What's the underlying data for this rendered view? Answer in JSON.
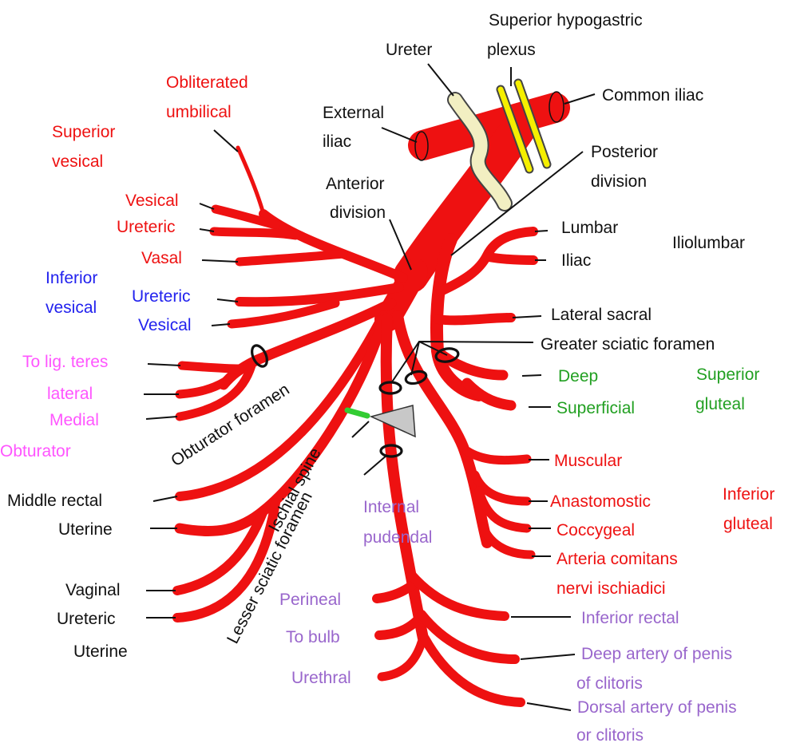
{
  "colors": {
    "artery": "#ee1111",
    "black_label": "#111111",
    "red_label": "#ee1111",
    "blue_label": "#2222ee",
    "pink_label": "#ff55ff",
    "green_label": "#22a022",
    "purple_label": "#9966cc",
    "ureter": "#f2efc2",
    "plexus": "#f5ef00",
    "ischial_spine": "#c8c8c8",
    "spine_tip": "#33cc33"
  },
  "labels": {
    "superior_hypogastric_line1": "Superior hypogastric",
    "superior_hypogastric_line2": "plexus",
    "ureter": "Ureter",
    "common_iliac": "Common iliac",
    "external_iliac_line1": "External",
    "external_iliac_line2": "iliac",
    "posterior_division_line1": "Posterior",
    "posterior_division_line2": "division",
    "anterior_division_line1": "Anterior",
    "anterior_division_line2": "division",
    "obliterated_umbilical_line1": "Obliterated",
    "obliterated_umbilical_line2": "umbilical",
    "superior_vesical_line1": "Superior",
    "superior_vesical_line2": "vesical",
    "vesical_red": "Vesical",
    "ureteric_red": "Ureteric",
    "vasal": "Vasal",
    "inferior_vesical_line1": "Inferior",
    "inferior_vesical_line2": "vesical",
    "ureteric_blue": "Ureteric",
    "vesical_blue": "Vesical",
    "to_lig_teres": "To lig. teres",
    "lateral": "lateral",
    "medial": "Medial",
    "obturator": "Obturator",
    "obturator_foramen": "Obturator foramen",
    "ischial_spine": "Ischial spine",
    "lesser_sciatic_foramen": "Lesser sciatic foramen",
    "middle_rectal": "Middle rectal",
    "uterine_1": "Uterine",
    "vaginal": "Vaginal",
    "ureteric_black": "Ureteric",
    "uterine_2": "Uterine",
    "lumbar": "Lumbar",
    "iliac": "Iliac",
    "iliolumbar": "Iliolumbar",
    "lateral_sacral": "Lateral sacral",
    "greater_sciatic_foramen": "Greater sciatic foramen",
    "deep": "Deep",
    "superficial": "Superficial",
    "superior_gluteal_line1": "Superior",
    "superior_gluteal_line2": "gluteal",
    "muscular": "Muscular",
    "anastomostic": "Anastomostic",
    "coccygeal": "Coccygeal",
    "inferior_gluteal_line1": "Inferior",
    "inferior_gluteal_line2": "gluteal",
    "arteria_comitans_line1": "Arteria comitans",
    "arteria_comitans_line2": "nervi ischiadici",
    "internal_pudendal_line1": "Internal",
    "internal_pudendal_line2": "pudendal",
    "perineal": "Perineal",
    "to_bulb": "To bulb",
    "urethral": "Urethral",
    "inferior_rectal": "Inferior rectal",
    "deep_artery_line1": "Deep artery of penis",
    "deep_artery_line2": "of clitoris",
    "dorsal_artery_line1": "Dorsal artery of penis",
    "dorsal_artery_line2": "or clitoris"
  }
}
